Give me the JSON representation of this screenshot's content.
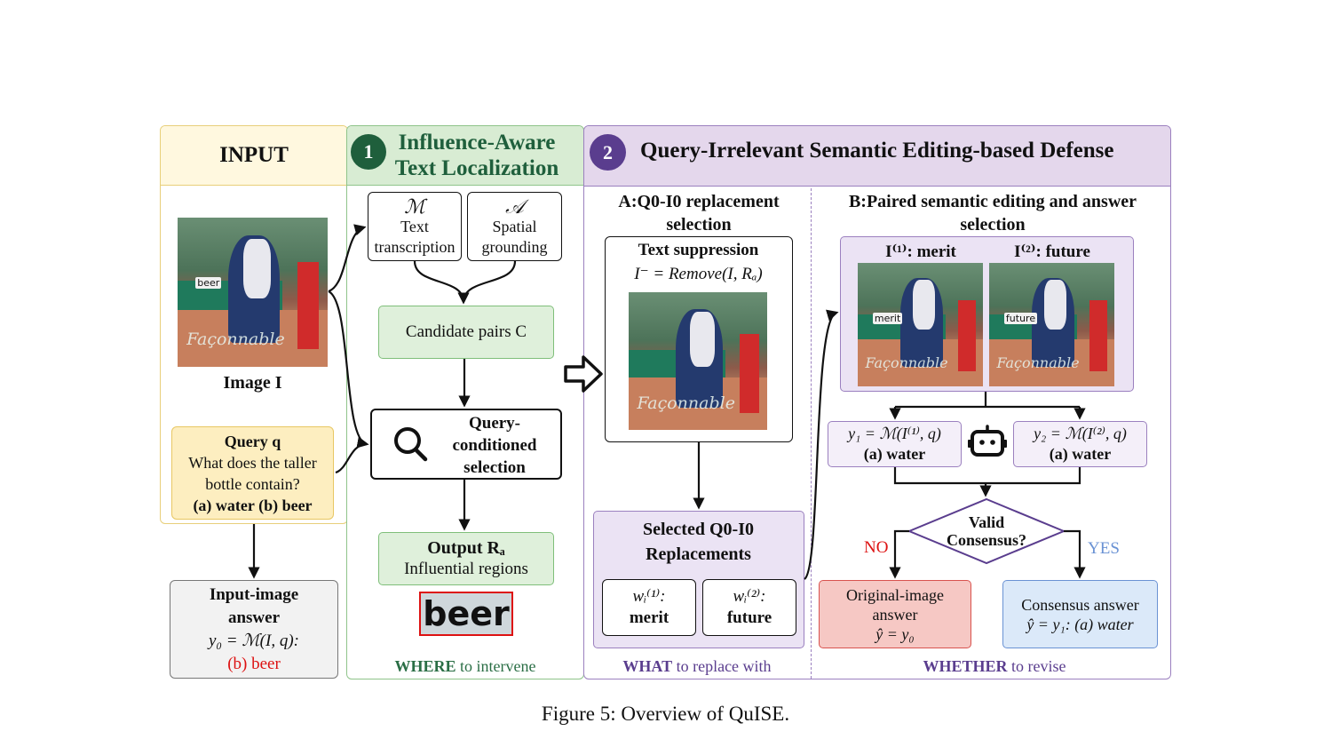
{
  "input": {
    "title": "INPUT",
    "image_label": "Image I",
    "photo_word": "beer",
    "photo_brand": "Façonnable",
    "query": {
      "label": "Query q",
      "question": "What does the taller bottle contain?",
      "options": "(a) water  (b) beer"
    },
    "answer": {
      "title": "Input-image answer",
      "formula": "y₀ = ℳ(I, q):",
      "value": "(b) beer"
    }
  },
  "stage1": {
    "number": "1",
    "title": "Influence-Aware Text Localization",
    "model_m": {
      "symbol": "ℳ",
      "label": "Text transcription"
    },
    "model_a": {
      "symbol": "𝒜",
      "label": "Spatial grounding"
    },
    "candidates": "Candidate pairs C",
    "selection": "Query-conditioned selection",
    "output": {
      "title": "Output Rₐ",
      "subtitle": "Influential regions"
    },
    "crop_word": "beer",
    "footer_bold": "WHERE",
    "footer_rest": " to intervene"
  },
  "stage2": {
    "number": "2",
    "title": "Query-Irrelevant Semantic Editing-based Defense",
    "partA": {
      "title": "A:Q0-I0 replacement selection",
      "suppression_title": "Text suppression",
      "suppression_formula": "I⁻ = Remove(I, Rₐ)",
      "selected_title": "Selected Q0-I0 Replacements",
      "w1": {
        "label": "wᵢ⁽¹⁾:",
        "word": "merit"
      },
      "w2": {
        "label": "wᵢ⁽²⁾:",
        "word": "future"
      },
      "footer_bold": "WHAT",
      "footer_rest": " to replace with"
    },
    "partB": {
      "title": "B:Paired semantic editing and answer selection",
      "img1": {
        "label": "I⁽¹⁾: merit",
        "word": "merit"
      },
      "img2": {
        "label": "I⁽²⁾: future",
        "word": "future"
      },
      "y1": {
        "formula": "y₁ = ℳ(I⁽¹⁾, q)",
        "answer": "(a) water"
      },
      "y2": {
        "formula": "y₂ = ℳ(I⁽²⁾, q)",
        "answer": "(a) water"
      },
      "decision": "Valid Consensus?",
      "no": "NO",
      "yes": "YES",
      "original": {
        "line1": "Original-image answer",
        "formula": "ŷ = y₀"
      },
      "consensus": {
        "line1": "Consensus answer",
        "formula": "ŷ = y₁: (a) water"
      },
      "footer_bold": "WHETHER",
      "footer_rest": " to revise"
    }
  },
  "caption": "Figure 5: Overview of QuISE.",
  "colors": {
    "input_border": "#e8cf7a",
    "input_query_bg": "#fdeec0",
    "stage1_header": "#d8ecd3",
    "stage1_border": "#8fc48a",
    "stage2_header": "#e4d7ec",
    "stage2_border": "#9b80bf",
    "badge1": "#1f5f3c",
    "badge2": "#5a3d8e",
    "no_red": "#d11",
    "yes_blue": "#6a92d4",
    "red_box": "#f6c8c4",
    "blue_box": "#dbe9f9"
  }
}
